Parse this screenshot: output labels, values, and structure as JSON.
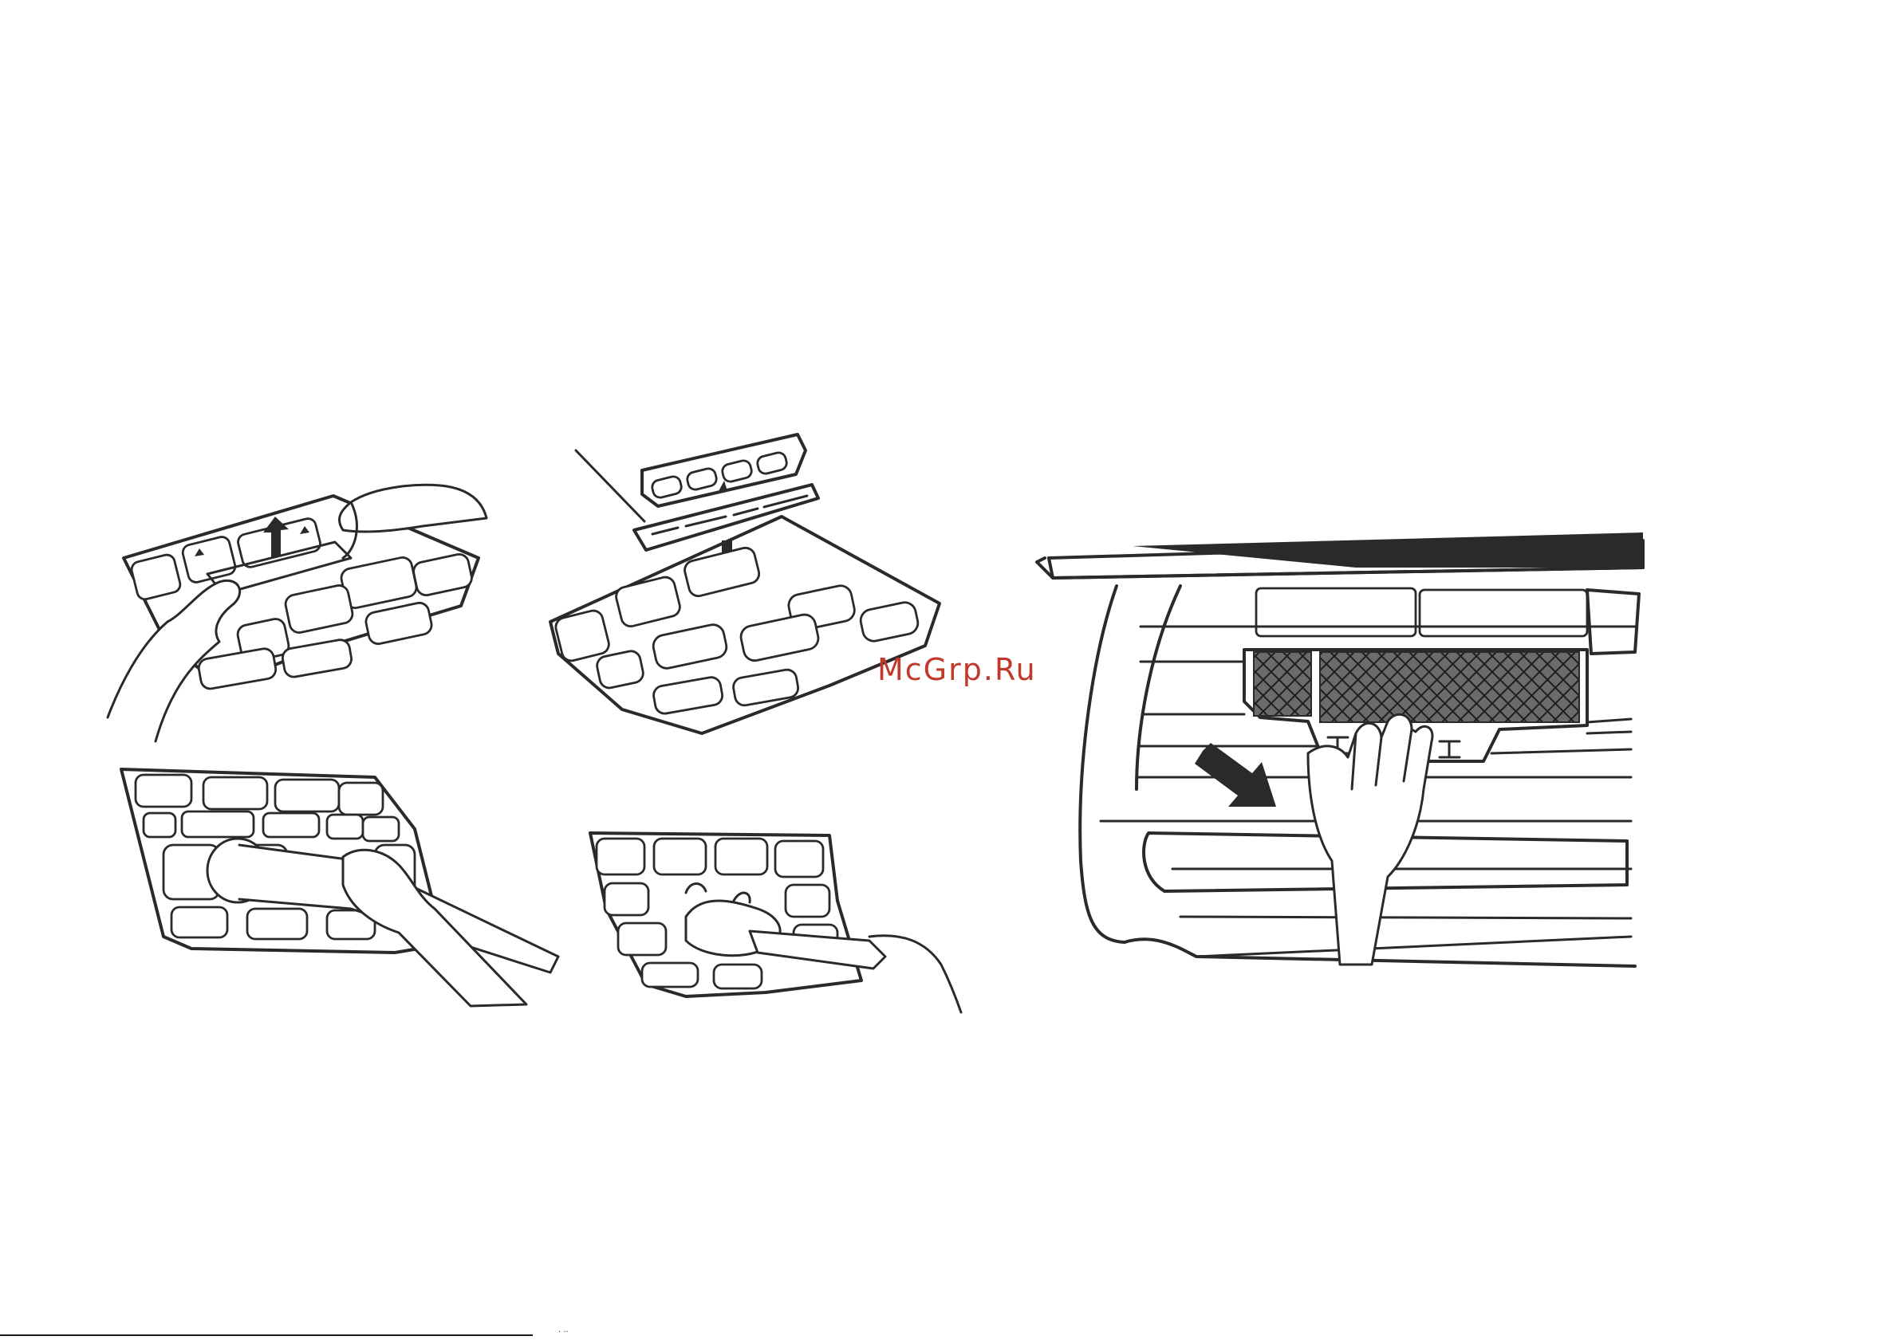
{
  "watermark": {
    "text": "McGrp.Ru",
    "color": "#c0392b"
  },
  "footer": {
    "mark": "· ··"
  },
  "illustrations": [
    {
      "name": "filter-tab-release",
      "icon": "filter-tab-icon"
    },
    {
      "name": "filter-reattach",
      "icon": "filter-reattach-icon"
    },
    {
      "name": "filter-vacuum-clean",
      "icon": "vacuum-icon"
    },
    {
      "name": "filter-wash",
      "icon": "wash-icon"
    },
    {
      "name": "indoor-unit-filter-removal",
      "icon": "air-conditioner-icon"
    }
  ]
}
